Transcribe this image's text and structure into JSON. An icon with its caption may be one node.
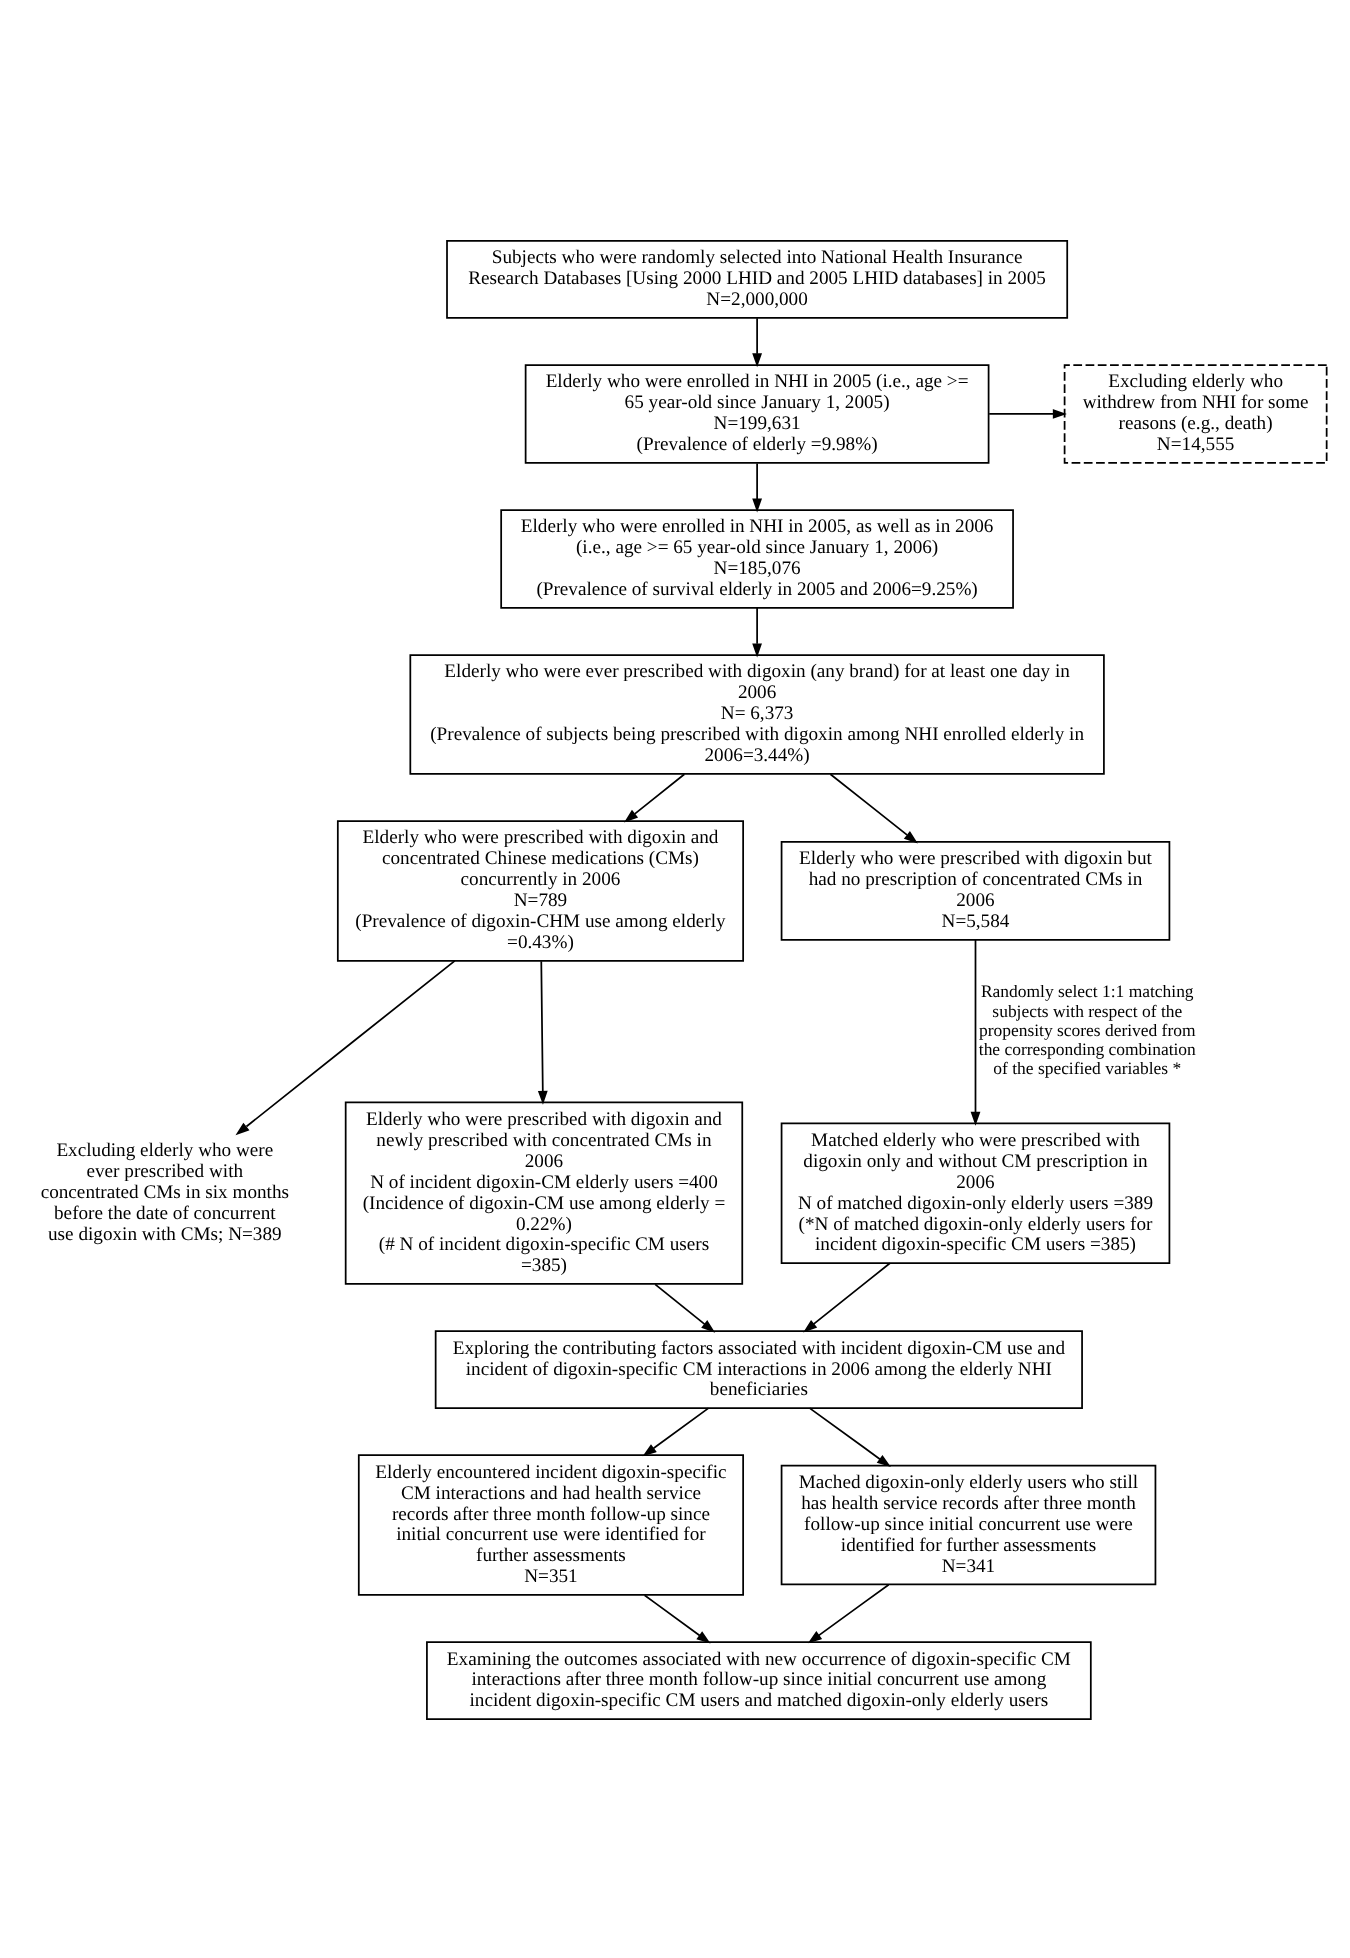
{
  "diagram": {
    "nodes": [
      {
        "text": [
          "Subjects who were randomly selected into National Health Insurance Research Databases [Using 2000 LHID and 2005 LHID databases] in 2005",
          "N=2,000,000"
        ]
      },
      {
        "text": [
          "Elderly who were enrolled in NHI in 2005 (i.e., age >= 65 year-old since January 1, 2005)",
          "N=199,631",
          "(Prevalence of elderly =9.98%)"
        ]
      },
      {
        "text": [
          "Excluding elderly who withdrew from NHI for some reasons (e.g., death)",
          "N=14,555"
        ]
      },
      {
        "text": [
          "Elderly who were enrolled in NHI in 2005, as well as in 2006 (i.e., age >= 65 year-old since January 1, 2006)",
          "N=185,076",
          "(Prevalence of survival elderly in 2005 and 2006=9.25%)"
        ]
      },
      {
        "text": [
          "Elderly who were ever prescribed with digoxin (any brand) for at least one day in 2006",
          "N= 6,373",
          "(Prevalence of subjects being prescribed with digoxin among NHI enrolled elderly in 2006=3.44%)"
        ]
      },
      {
        "text": [
          "Elderly who were prescribed with digoxin and concentrated Chinese medications (CMs) concurrently in 2006",
          "N=789",
          "(Prevalence of digoxin-CHM use among elderly =0.43%)"
        ]
      },
      {
        "text": [
          "Elderly who were prescribed with digoxin but had no prescription of concentrated CMs in 2006",
          "N=5,584"
        ]
      },
      {
        "text": [
          "Excluding elderly who were ever prescribed with concentrated CMs in six months before the date of concurrent use digoxin with CMs; N=389"
        ]
      },
      {
        "text": [
          "Elderly who were prescribed with digoxin and newly prescribed with concentrated CMs in 2006",
          "N of incident digoxin-CM elderly users =400",
          "(Incidence of digoxin-CM use among elderly = 0.22%)",
          "(# N of incident digoxin-specific CM users =385)"
        ]
      },
      {
        "text": [
          "Matched elderly who were prescribed with digoxin only and without CM prescription in 2006",
          "N of matched digoxin-only elderly users =389",
          "(*N of matched digoxin-only elderly users for incident digoxin-specific CM users =385)"
        ]
      },
      {
        "text": [
          "Exploring the contributing factors associated with incident digoxin-CM use and incident of digoxin-specific CM interactions in 2006 among the elderly NHI beneficiaries"
        ]
      },
      {
        "text": [
          "Elderly encountered incident digoxin-specific CM interactions and had health service records after three month follow-up since initial concurrent use were identified for further assessments",
          "N=351"
        ]
      },
      {
        "text": [
          "Mached digoxin-only elderly users who still has health service records after three month follow-up since initial concurrent use were identified for further assessments",
          "N=341"
        ]
      },
      {
        "text": [
          "Examining the outcomes associated with new occurrence of digoxin-specific CM interactions after three month follow-up since initial concurrent use among incident digoxin-specific CM users and matched digoxin-only elderly users"
        ]
      }
    ],
    "edges": [
      {
        "from": 0,
        "to": 1,
        "arrow": "to"
      },
      {
        "from": 1,
        "to": 2,
        "arrow": "to"
      },
      {
        "from": 1,
        "to": 3,
        "arrow": "to"
      },
      {
        "from": 3,
        "to": 4,
        "arrow": "to"
      },
      {
        "from": 4,
        "to": 5,
        "arrow": "to"
      },
      {
        "from": 4,
        "to": 6,
        "arrow": "to"
      },
      {
        "from": 5,
        "to": 7,
        "arrow": "to"
      },
      {
        "from": 5,
        "to": 8,
        "arrow": "to"
      },
      {
        "from": 6,
        "to": 9,
        "arrow": "to",
        "label": "Randomly select 1:1 matching subjects with respect of the propensity scores derived from the corresponding combination of the specified variables *"
      },
      {
        "from": 8,
        "to": 10,
        "arrow": "to"
      },
      {
        "from": 9,
        "to": 10,
        "arrow": "to"
      },
      {
        "from": 10,
        "to": 11,
        "arrow": "to"
      },
      {
        "from": 10,
        "to": 12,
        "arrow": "to"
      },
      {
        "from": 11,
        "to": 13,
        "arrow": "to"
      },
      {
        "from": 12,
        "to": 13,
        "arrow": "to"
      }
    ]
  }
}
